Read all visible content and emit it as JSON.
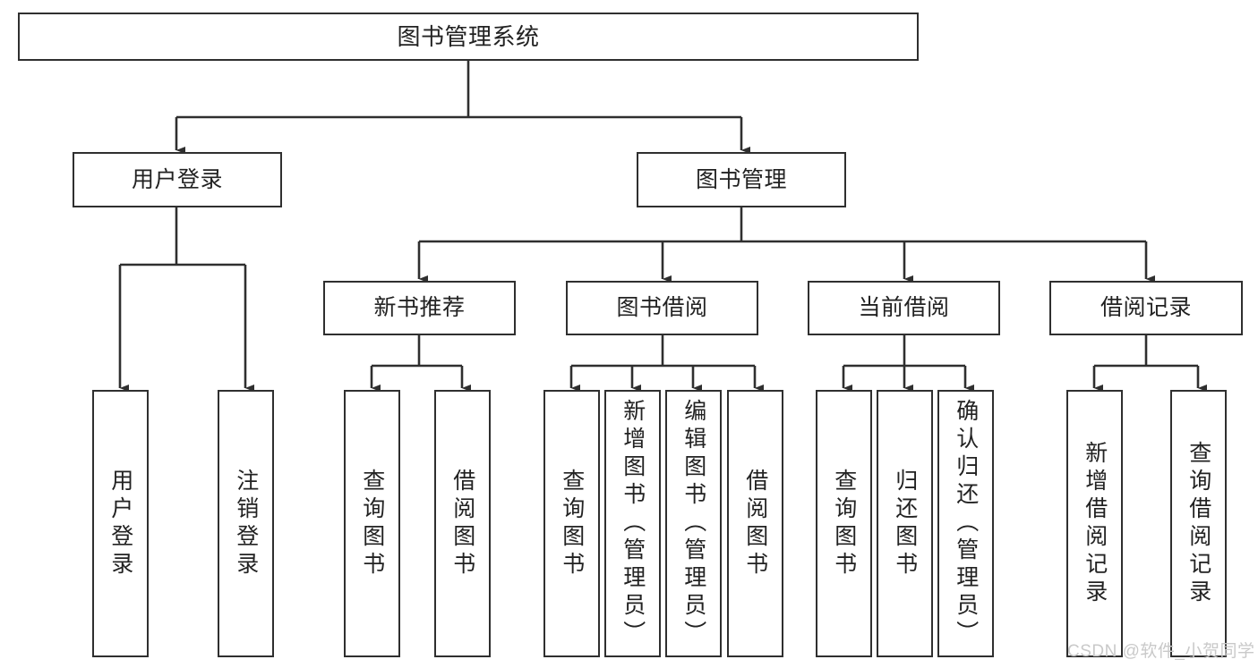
{
  "diagram": {
    "title": "图书管理系统",
    "type": "tree-hierarchy-chart",
    "watermark": "CSDN @软件_小贺同学",
    "colors": {
      "box_border": "#2f2f2f",
      "box_fill": "#ffffff",
      "connector": "#2f2f2f",
      "text": "#222222",
      "watermark": "#c9c9c9",
      "background": "#ffffff"
    },
    "root": {
      "label": "图书管理系统"
    },
    "level2": [
      {
        "label": "用户登录"
      },
      {
        "label": "图书管理"
      }
    ],
    "level3": [
      {
        "label": "新书推荐"
      },
      {
        "label": "图书借阅"
      },
      {
        "label": "当前借阅"
      },
      {
        "label": "借阅记录"
      }
    ],
    "leaves": {
      "user_login": [
        {
          "label": "用户登录"
        },
        {
          "label": "注销登录"
        }
      ],
      "new_book_recommend": [
        {
          "label": "查询图书"
        },
        {
          "label": "借阅图书"
        }
      ],
      "book_borrow": [
        {
          "label": "查询图书"
        },
        {
          "label": "新增图书（管理员）"
        },
        {
          "label": "编辑图书（管理员）"
        },
        {
          "label": "借阅图书"
        }
      ],
      "current_borrow": [
        {
          "label": "查询图书"
        },
        {
          "label": "归还图书"
        },
        {
          "label": "确认归还（管理员）"
        }
      ],
      "borrow_record": [
        {
          "label": "新增借阅记录"
        },
        {
          "label": "查询借阅记录"
        }
      ]
    }
  }
}
